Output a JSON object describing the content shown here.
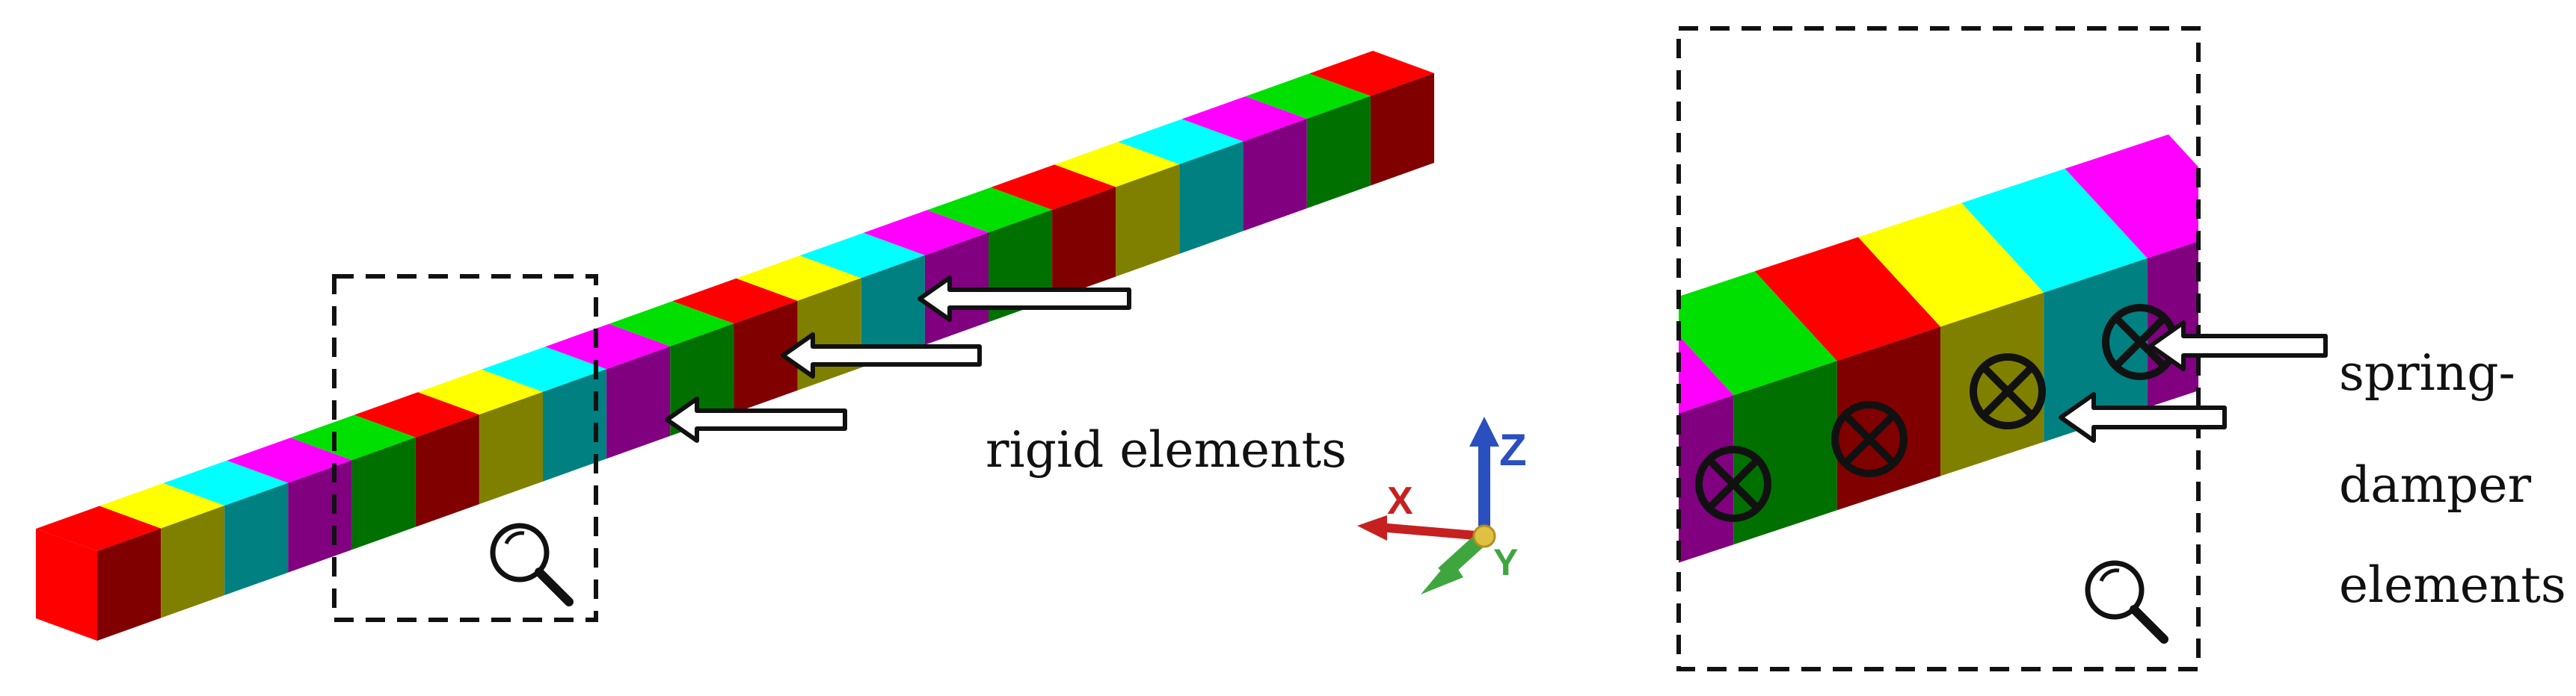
{
  "labels": {
    "rigid": "rigid elements",
    "spring_line1": "spring-",
    "spring_line2": "damper",
    "spring_line3": "elements"
  },
  "axes": {
    "x": "X",
    "y": "Y",
    "z": "Z",
    "x_color": "#c62020",
    "y_color": "#3fa63f",
    "z_color": "#2a4fbf"
  },
  "palette": [
    "#ff0000",
    "#ffff00",
    "#00ffff",
    "#ff00ff",
    "#00e000"
  ],
  "icons": [
    "magnifier-icon",
    "arrow-left-icon",
    "spring-damper-symbol-icon",
    "axis-triad-icon"
  ]
}
